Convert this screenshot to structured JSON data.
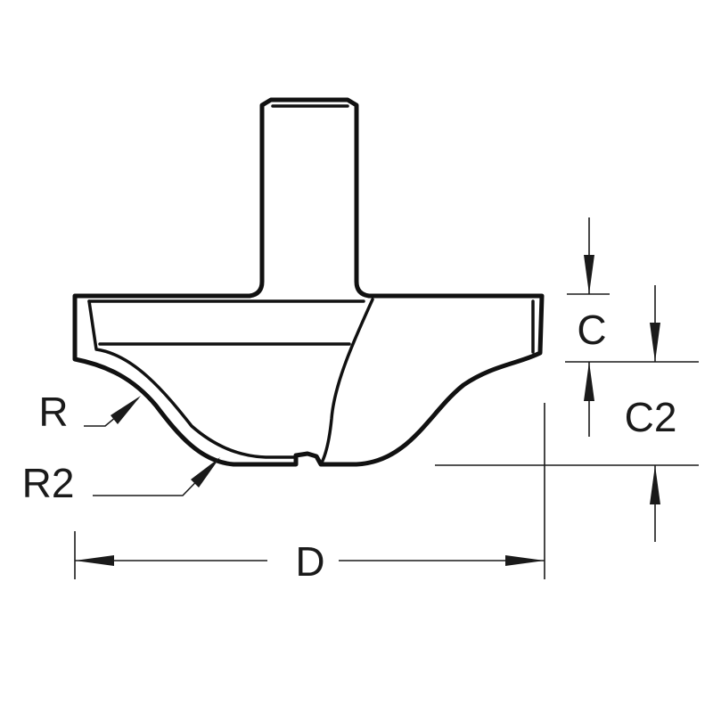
{
  "labels": {
    "c": "C",
    "c2": "C2",
    "r": "R",
    "r2": "R2",
    "d": "D"
  },
  "colors": {
    "line": "#111111",
    "background": "#ffffff"
  }
}
